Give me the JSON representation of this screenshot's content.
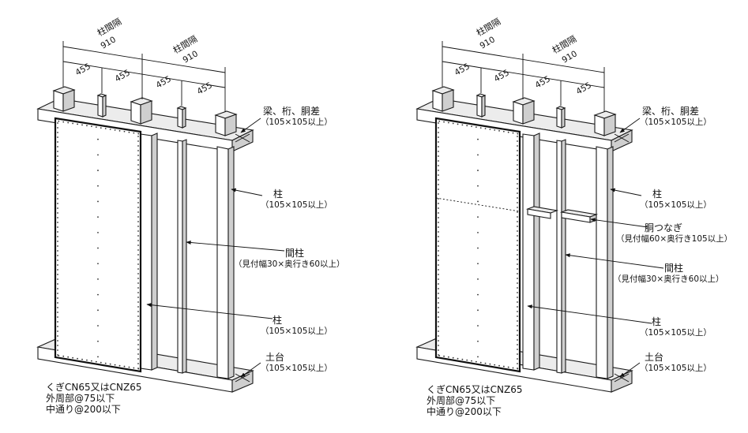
{
  "diagrams": [
    {
      "id": "left",
      "dimension_labels": {
        "spacing_title": "柱間隔",
        "spacing_value": "910",
        "half_value": "455"
      },
      "callouts": {
        "beam": [
          "梁、桁、胴差",
          "（105×105以上）"
        ],
        "post_right": [
          "柱",
          "（105×105以上）"
        ],
        "stud": [
          "間柱",
          "（見付幅30×奥行き60以上）"
        ],
        "post_left": [
          "柱",
          "（105×105以上）"
        ],
        "sill": [
          "土台",
          "（105×105以上）"
        ]
      },
      "nailing_note": [
        "くぎCN65又はCNZ65",
        "外周部@75以下",
        "中通り@200以下"
      ]
    },
    {
      "id": "right",
      "dimension_labels": {
        "spacing_title": "柱間隔",
        "spacing_value": "910",
        "half_value": "455"
      },
      "callouts": {
        "beam": [
          "梁、桁、胴差",
          "（105×105以上）"
        ],
        "post_right": [
          "柱",
          "（105×105以上）"
        ],
        "tie": [
          "胴つなぎ",
          "（見付幅60×奥行き105以上）"
        ],
        "stud": [
          "間柱",
          "（見付幅30×奥行き60以上）"
        ],
        "post_left": [
          "柱",
          "（105×105以上）"
        ],
        "sill": [
          "土台",
          "（105×105以上）"
        ]
      },
      "nailing_note": [
        "くぎCN65又はCNZ65",
        "外周部@75以下",
        "中通り@200以下"
      ]
    }
  ]
}
